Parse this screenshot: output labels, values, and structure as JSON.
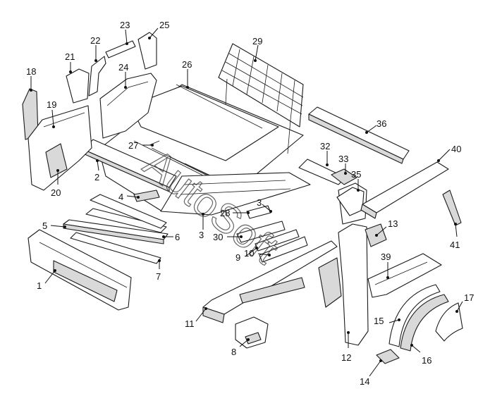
{
  "diagram": {
    "watermark": "AutoSoft",
    "callouts": [
      "1",
      "2",
      "3",
      "3",
      "4",
      "5",
      "6",
      "7",
      "8",
      "9",
      "10",
      "11",
      "12",
      "13",
      "14",
      "15",
      "16",
      "17",
      "18",
      "19",
      "20",
      "21",
      "22",
      "23",
      "24",
      "25",
      "26",
      "27",
      "28",
      "29",
      "30",
      "32",
      "33",
      "35",
      "36",
      "39",
      "40",
      "41"
    ]
  }
}
